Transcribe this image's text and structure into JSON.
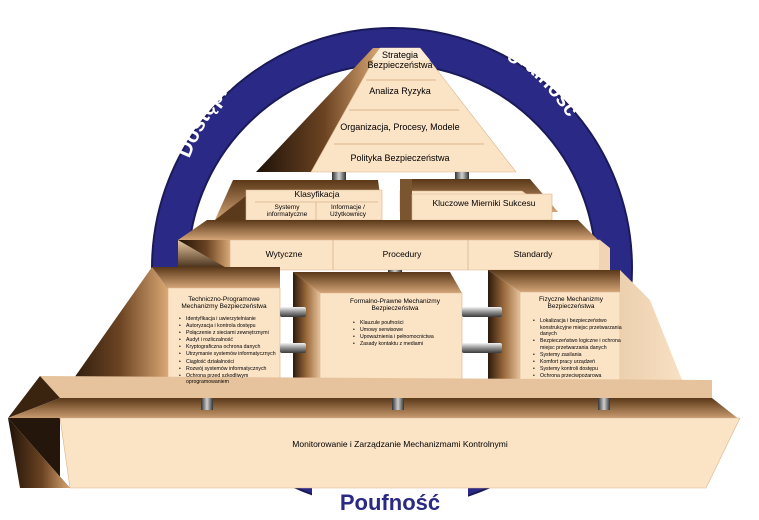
{
  "ring": {
    "left": "Dostępność",
    "right": "Integralność",
    "bottom": "Poufność",
    "color": "#2a2a86"
  },
  "top_pyramid": {
    "levels": [
      "Strategia Bezpieczeństwa",
      "Analiza Ryzyka",
      "Organizacja, Procesy, Modele",
      "Polityka Bezpieczeństwa"
    ]
  },
  "classification": {
    "title": "Klasyfikacja",
    "left": "Systemy informatyczne",
    "right": "Informacje / Użytkownicy"
  },
  "key_metrics": "Kluczowe Mierniki Sukcesu",
  "guidelines_row": [
    "Wytyczne",
    "Procedury",
    "Standardy"
  ],
  "mechanisms": [
    {
      "title": "Techniczno-Programowe Mechanizmy Bezpieczeństwa",
      "items": [
        "Identyfikacja i uwierzytelnianie",
        "Autoryzacja i kontrola dostępu",
        "Połączenie z sieciami zewnętrznymi",
        "Audyt i rozliczalność",
        "Kryptograficzna ochrona danych",
        "Utrzymanie systemów informatycznych",
        "Ciągłość działalności",
        "Rozwój systemów informatycznych",
        "Ochrona przed szkodliwym oprogramowaniem"
      ]
    },
    {
      "title": "Formalno-Prawne Mechanizmy Bezpieczeństwa",
      "items": [
        "Klauzule poufności",
        "Umowy serwisowe",
        "Upoważnienia i pełnomocnictwa",
        "Zasady kontaktu z mediami"
      ]
    },
    {
      "title": "Fizyczne Mechanizmy Bezpieczeństwa",
      "items": [
        "Lokalizacja i bezpieczeństwo konstrukcyjne miejsc przetwarzania danych",
        "Bezpieczeństwo logiczne i ochrona miejsc przetwarzania danych",
        "Systemy zasilania",
        "Komfort pracy urządzeń",
        "Systemy kontroli dostępu",
        "Ochrona przeciwpożarowa"
      ]
    }
  ],
  "base": "Monitorowanie i Zarządzanie Mechanizmami Kontrolnymi",
  "colors": {
    "face": "#fbe3c6",
    "shade_dark": "#3a2410",
    "shade_mid": "#b07a44",
    "ring": "#2a2a86"
  }
}
